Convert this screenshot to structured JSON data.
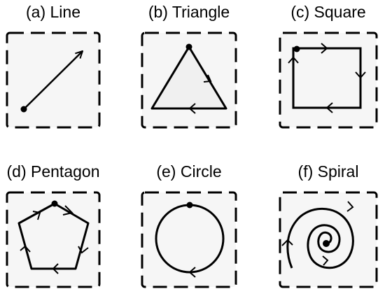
{
  "colors": {
    "stroke": "#000000",
    "panel_fill": "#f6f6f6",
    "triangle_fill": "#f0f0f0",
    "background": "#ffffff"
  },
  "panels": [
    {
      "key": "line",
      "caption": "(a) Line"
    },
    {
      "key": "triangle",
      "caption": "(b) Triangle"
    },
    {
      "key": "square",
      "caption": "(c) Square"
    },
    {
      "key": "pentagon",
      "caption": "(d) Pentagon"
    },
    {
      "key": "circle",
      "caption": "(e) Circle"
    },
    {
      "key": "spiral",
      "caption": "(f) Spiral"
    }
  ]
}
